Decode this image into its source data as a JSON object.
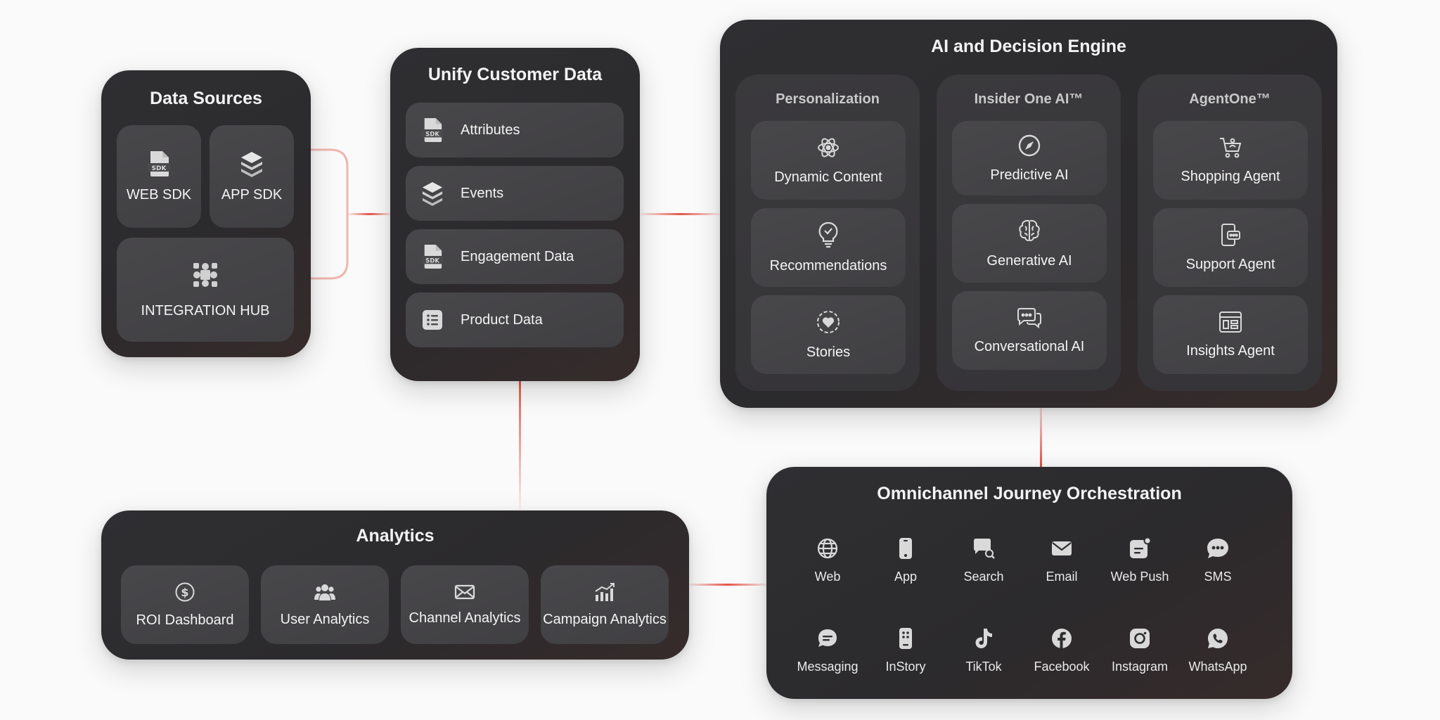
{
  "data_sources": {
    "title": "Data Sources",
    "web_sdk": {
      "label": "WEB SDK",
      "icon": "sdk-file-icon"
    },
    "app_sdk": {
      "label": "APP SDK",
      "icon": "layers-icon"
    },
    "integration_hub": {
      "label": "INTEGRATION HUB",
      "icon": "puzzle-icon"
    }
  },
  "unify": {
    "title": "Unify Customer Data",
    "items": [
      {
        "label": "Attributes",
        "icon": "sdk-file-icon"
      },
      {
        "label": "Events",
        "icon": "layers-icon"
      },
      {
        "label": "Engagement Data",
        "icon": "sdk-file-icon"
      },
      {
        "label": "Product Data",
        "icon": "list-icon"
      }
    ]
  },
  "engine": {
    "title": "AI and Decision Engine",
    "columns": [
      {
        "title": "Personalization",
        "items": [
          {
            "label": "Dynamic Content",
            "icon": "atom-icon"
          },
          {
            "label": "Recommendations",
            "icon": "lightbulb-check-icon"
          },
          {
            "label": "Stories",
            "icon": "heart-circle-icon"
          }
        ]
      },
      {
        "title": "Insider One AI™",
        "items": [
          {
            "label": "Predictive AI",
            "icon": "compass-icon"
          },
          {
            "label": "Generative AI",
            "icon": "brain-icon"
          },
          {
            "label": "Conversational AI",
            "icon": "chat-bubbles-icon"
          }
        ]
      },
      {
        "title": "AgentOne™",
        "items": [
          {
            "label": "Shopping Agent",
            "icon": "cart-icon"
          },
          {
            "label": "Support Agent",
            "icon": "phone-chat-icon"
          },
          {
            "label": "Insights Agent",
            "icon": "dashboard-icon"
          }
        ]
      }
    ]
  },
  "analytics": {
    "title": "Analytics",
    "items": [
      {
        "label": "ROI Dashboard",
        "icon": "dollar-icon"
      },
      {
        "label": "User Analytics",
        "icon": "users-icon"
      },
      {
        "label": "Channel Analytics",
        "icon": "envelope-icon"
      },
      {
        "label": "Campaign Analytics",
        "icon": "bar-chart-icon"
      }
    ]
  },
  "omnichannel": {
    "title": "Omnichannel Journey Orchestration",
    "channels": [
      {
        "label": "Web",
        "icon": "globe-icon"
      },
      {
        "label": "App",
        "icon": "smartphone-icon"
      },
      {
        "label": "Search",
        "icon": "search-bubble-icon"
      },
      {
        "label": "Email",
        "icon": "email-icon"
      },
      {
        "label": "Web Push",
        "icon": "web-push-icon"
      },
      {
        "label": "SMS",
        "icon": "sms-icon"
      },
      {
        "label": "Messaging",
        "icon": "message-icon"
      },
      {
        "label": "InStory",
        "icon": "instory-icon"
      },
      {
        "label": "TikTok",
        "icon": "tiktok-icon"
      },
      {
        "label": "Facebook",
        "icon": "facebook-icon"
      },
      {
        "label": "Instagram",
        "icon": "instagram-icon"
      },
      {
        "label": "WhatsApp",
        "icon": "whatsapp-icon"
      }
    ]
  },
  "colors": {
    "panel": "#2e2d30",
    "tile": "#454447",
    "connector": "#e04434",
    "icon": "#d9d9d9"
  }
}
